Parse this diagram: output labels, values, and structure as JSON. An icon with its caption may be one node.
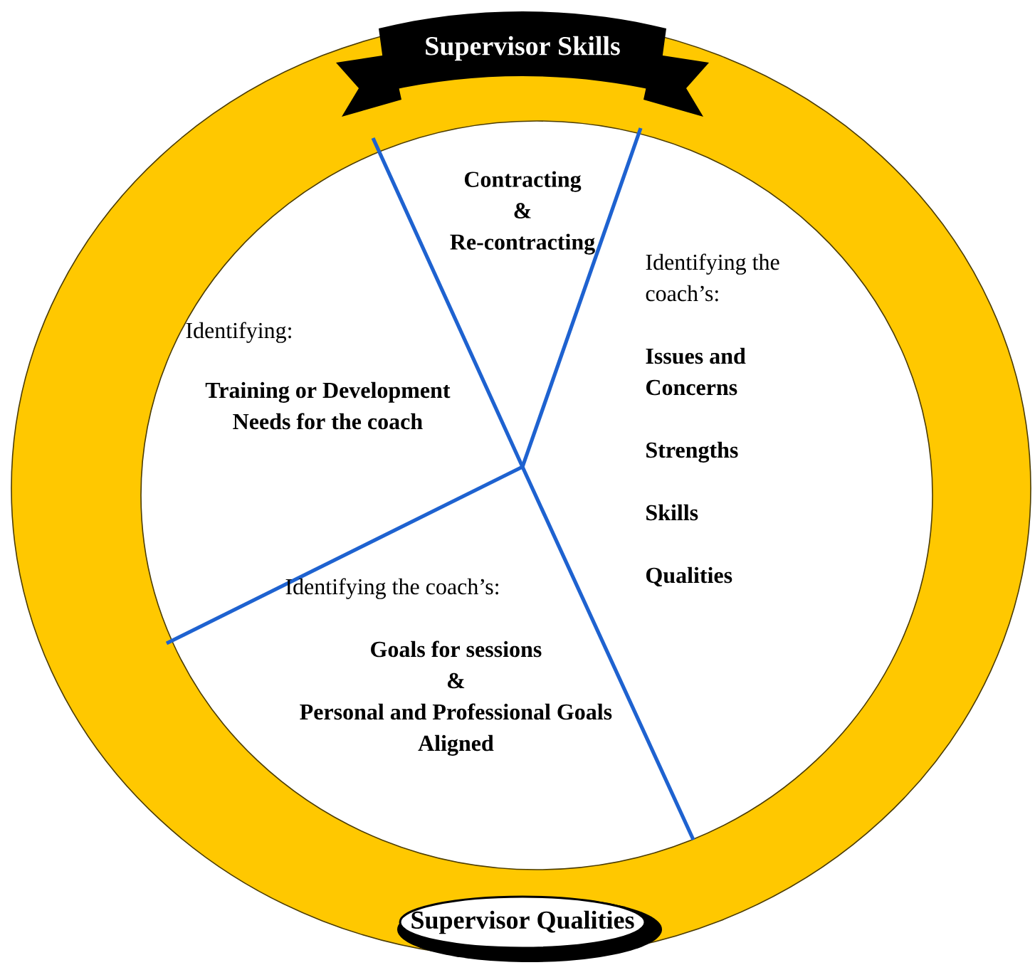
{
  "diagram": {
    "nodes": [
      {
        "text": [
          "Supervisor Skills"
        ]
      },
      {
        "text": [
          "Contracting",
          "&",
          "Re-contracting"
        ]
      },
      {
        "text": [
          "Identifying:",
          "Training or Development Needs for the coach"
        ]
      },
      {
        "text": [
          "Identifying the coach’s:",
          "Issues and Concerns",
          "Strengths",
          "Skills",
          "Qualities"
        ]
      },
      {
        "text": [
          "Identifying the coach’s:",
          "Goals for sessions",
          "&",
          "Personal and Professional Goals Aligned"
        ]
      },
      {
        "text": [
          "Supervisor Qualities"
        ]
      }
    ]
  }
}
